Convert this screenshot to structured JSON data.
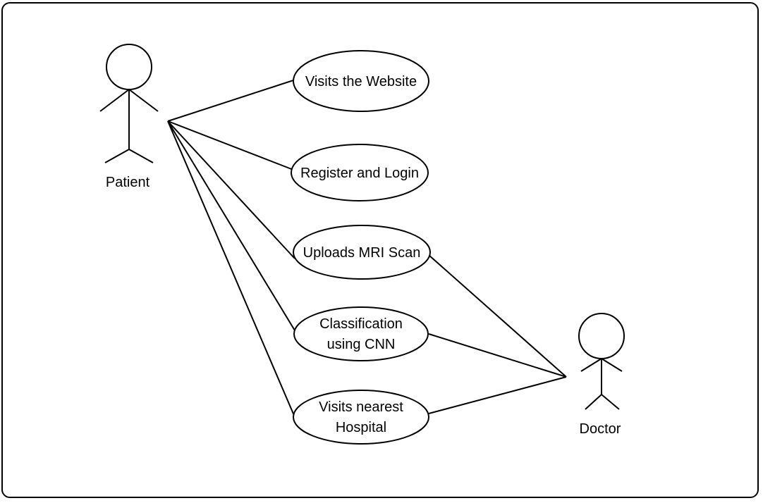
{
  "actors": {
    "patient": "Patient",
    "doctor": "Doctor"
  },
  "use_cases": {
    "visits_website": [
      "Visits the Website"
    ],
    "register_login": [
      "Register and Login"
    ],
    "uploads_mri": [
      "Uploads MRI Scan"
    ],
    "classification": [
      "Classification",
      "using CNN"
    ],
    "nearest_hospital": [
      "Visits nearest",
      "Hospital"
    ]
  }
}
